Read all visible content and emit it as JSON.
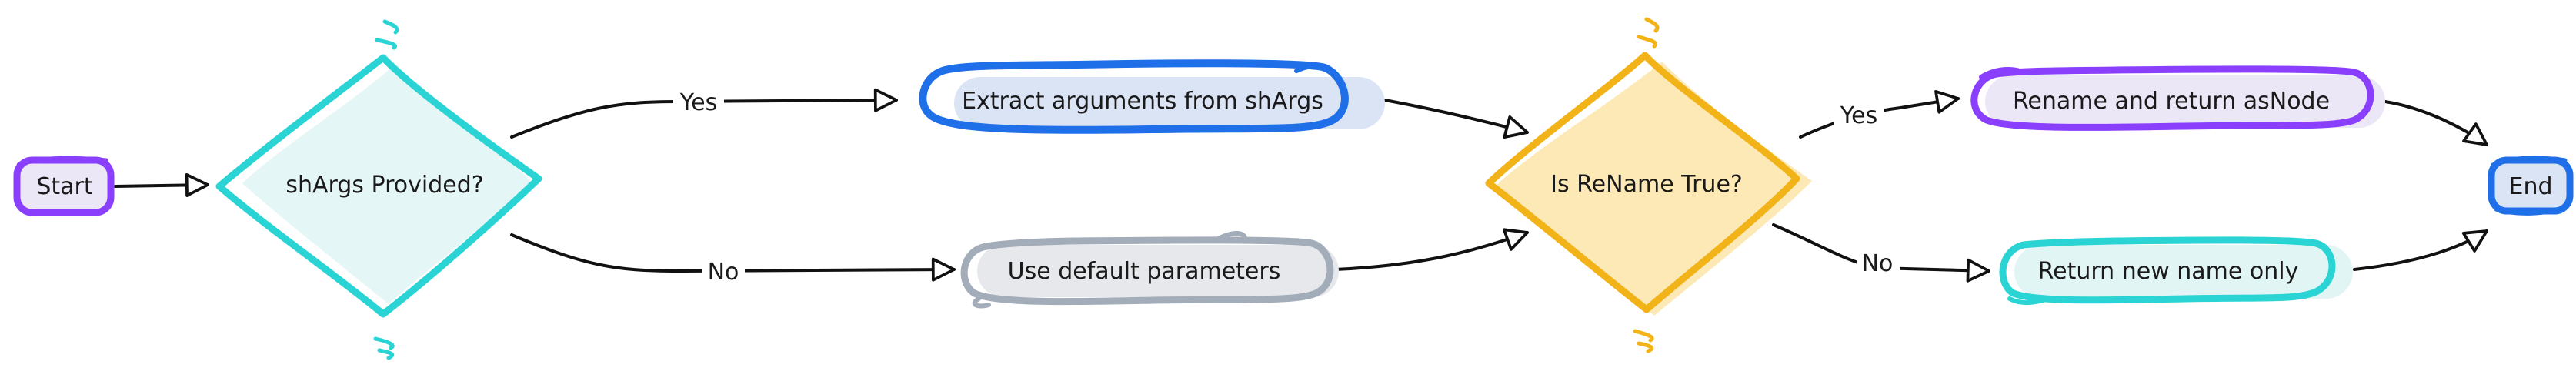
{
  "nodes": {
    "start": "Start",
    "args_provided": "shArgs Provided?",
    "extract": "Extract arguments from shArgs",
    "default_params": "Use default parameters",
    "rename_true": "Is ReName True?",
    "rename_return": "Rename and return asNode",
    "return_name": "Return new name only",
    "end": "End"
  },
  "edges": {
    "args_yes": "Yes",
    "args_no": "No",
    "rename_yes": "Yes",
    "rename_no": "No"
  },
  "colors": {
    "purple": "#8a3ffc",
    "purple_fill": "#ece7f7",
    "teal": "#2ad4d4",
    "teal_fill": "#e0f5f4",
    "blue": "#1f6fe8",
    "blue_fill": "#dbe4f5",
    "gray": "#a3acb9",
    "gray_fill": "#e6e8ec",
    "amber": "#f2b319",
    "amber_fill": "#fde9b5",
    "line": "#111111"
  }
}
